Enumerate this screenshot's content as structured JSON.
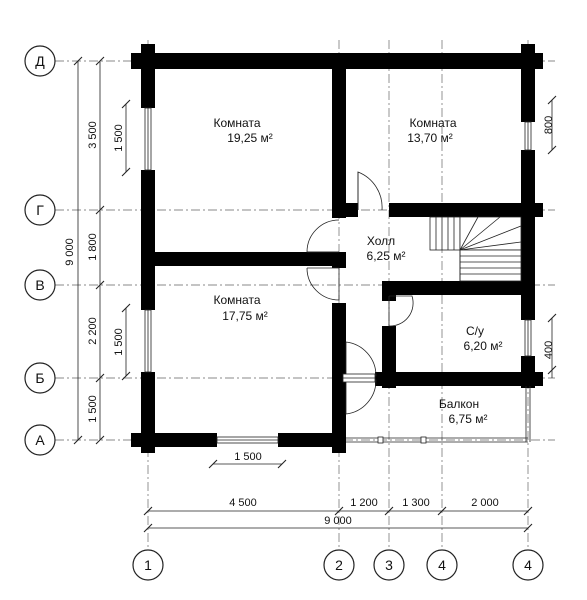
{
  "axes": {
    "rows": [
      "Д",
      "Г",
      "В",
      "Б",
      "А"
    ],
    "columns": [
      "1",
      "2",
      "3",
      "4",
      "4"
    ]
  },
  "rooms": [
    {
      "name": "Комната",
      "area": "19,25 м²"
    },
    {
      "name": "Комната",
      "area": "13,70 м²"
    },
    {
      "name": "Холл",
      "area": "6,25 м²"
    },
    {
      "name": "Комната",
      "area": "17,75 м²"
    },
    {
      "name": "С/у",
      "area": "6,20 м²"
    },
    {
      "name": "Балкон",
      "area": "6,75 м²"
    }
  ],
  "dimensions": {
    "left_segments": [
      "3 500",
      "1 800",
      "2 200",
      "1 500"
    ],
    "left_total": "9 000",
    "left_windows": [
      "1 500",
      "1 500"
    ],
    "bottom_segments": [
      "4 500",
      "1 200",
      "1 300",
      "2 000"
    ],
    "bottom_total": "9 000",
    "bottom_window": "1 500",
    "right_window": "800",
    "right_small": "400"
  }
}
